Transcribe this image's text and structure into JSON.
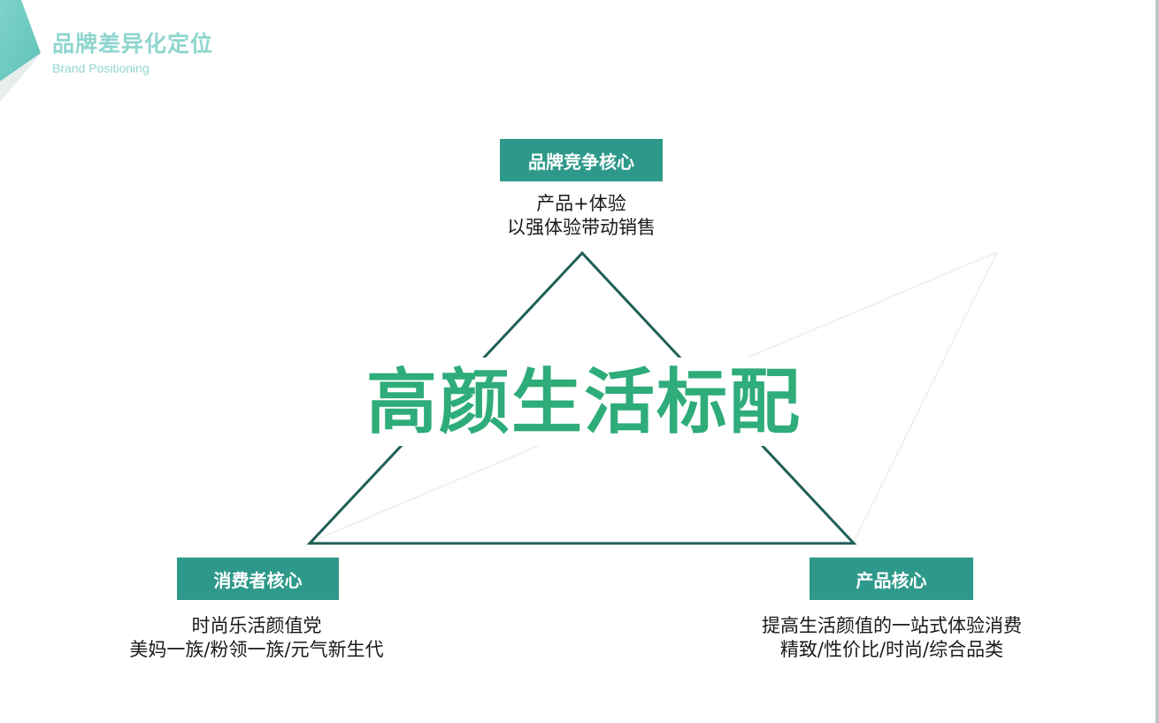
{
  "header": {
    "title": "品牌差异化定位",
    "subtitle": "Brand Positioning"
  },
  "colors": {
    "accent": "#2e998a",
    "header": "#8fd6cf",
    "center_text": "#2eac7a",
    "triangle": "#1f5f57"
  },
  "diagram": {
    "center": "高颜生活标配",
    "top": {
      "label": "品牌竞争核心",
      "lines": [
        "产品+体验",
        "以强体验带动销售"
      ]
    },
    "left": {
      "label": "消费者核心",
      "lines": [
        "时尚乐活颜值党",
        "美妈一族/粉领一族/元气新生代"
      ]
    },
    "right": {
      "label": "产品核心",
      "lines": [
        "提高生活颜值的一站式体验消费",
        "精致/性价比/时尚/综合品类"
      ]
    }
  }
}
